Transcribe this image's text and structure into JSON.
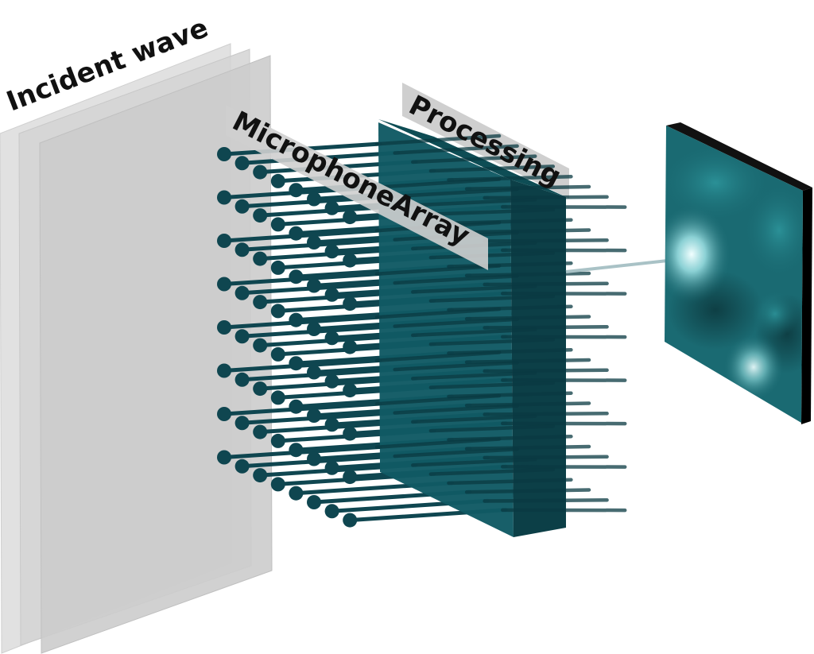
{
  "labels": {
    "incident_wave": "Incident wave",
    "microphone_array": "MicrophoneArray",
    "processing": "Processing"
  },
  "array": {
    "columns": 8,
    "rows": 8
  },
  "colors": {
    "wave_plane": "#d2d2d2",
    "wave_plane_edge": "#c4c4c4",
    "microphone": "#0f4650",
    "processing_front": "#115a64",
    "processing_side": "#0c3f47",
    "label_band": "#cfcfcf",
    "beam": "#a9c2c6",
    "map_base": "#1a6a72",
    "map_edge": "#000000"
  }
}
